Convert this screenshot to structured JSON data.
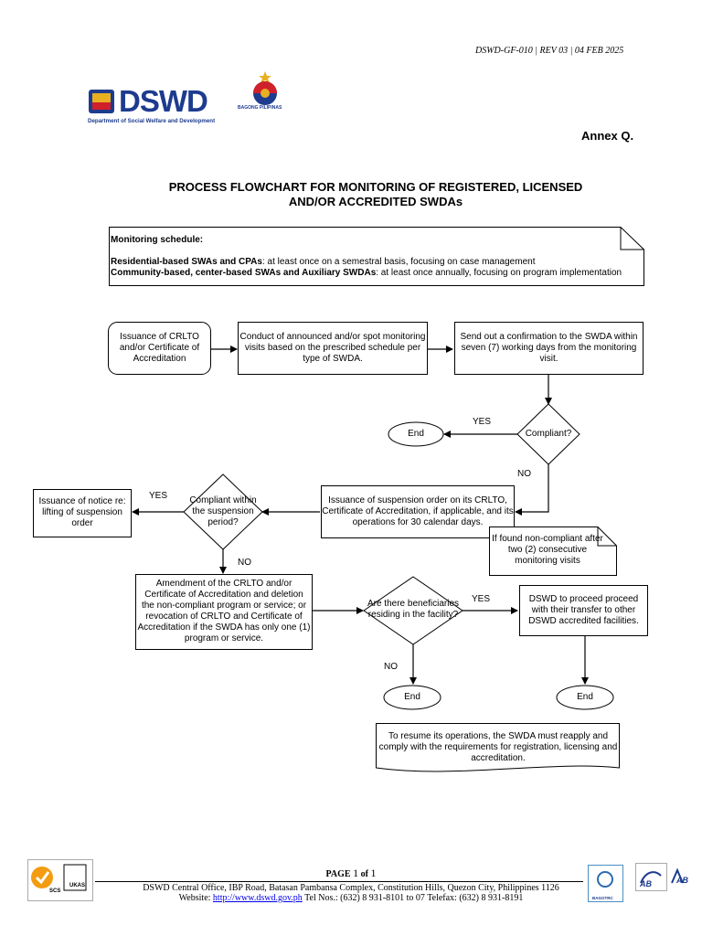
{
  "header": {
    "doc_ref": "DSWD-GF-010 | REV 03 | 04 FEB 2025",
    "logo_word": "DSWD",
    "logo_sub": "Department of Social Welfare and Development",
    "bp_caption": "BAGONG PILIPINAS",
    "annex": "Annex Q."
  },
  "title": {
    "line1": "PROCESS FLOWCHART FOR MONITORING OF REGISTERED, LICENSED",
    "line2": "AND/OR ACCREDITED SWDAs"
  },
  "note": {
    "heading": "Monitoring schedule:",
    "item1_bold": "Residential-based SWAs and CPAs",
    "item1_rest": ": at least once on a semestral basis, focusing on case management",
    "item2_bold": "Community-based, center-based SWAs and Auxiliary SWDAs",
    "item2_rest": ": at least once annually, focusing on program implementation"
  },
  "flow": {
    "start": "Issuance of CRLTO and/or Certificate of Accreditation",
    "conduct": "Conduct of announced and/or spot monitoring visits based on the prescribed schedule per type of SWDA.",
    "confirm": "Send out a confirmation to the SWDA within seven (7) working days from the monitoring visit.",
    "compliant": "Compliant?",
    "end1": "End",
    "yes1": "YES",
    "no1": "NO",
    "suspension": "Issuance of suspension order on its CRLTO, Certificate of Accreditation, if applicable, and its operations for 30 calendar days.",
    "noncompliant_note": "If found non-compliant after two (2) consecutive monitoring visits",
    "compliant_within": "Compliant within the suspension period?",
    "yes2": "YES",
    "no2": "NO",
    "lifting": "Issuance of notice re: lifting of suspension order",
    "amendment": "Amendment of the CRLTO and/or Certificate of Accreditation and deletion the non-compliant program or service; or revocation of CRLTO and Certificate of Accreditation if the SWDA has only one (1) program or service.",
    "beneficiaries": "Are there beneficiaries residing in the facility?",
    "yes3": "YES",
    "no3": "NO",
    "transfer": "DSWD to proceed proceed with their transfer to other DSWD accredited facilities.",
    "end2": "End",
    "end3": "End",
    "resume": "To resume its operations, the SWDA must reapply and comply with the requirements for registration, licensing and accreditation."
  },
  "footer": {
    "page_label": "PAGE ",
    "page_num": "1",
    "page_of": " of ",
    "page_total": "1",
    "address": "DSWD Central Office, IBP Road, Batasan Pambansa Complex, Constitution Hills, Quezon City, Philippines 1126",
    "website_label": "Website: ",
    "website": "http://www.dswd.gov.ph",
    "phones": " Tel Nos.: (632) 8 931-8101 to 07  Telefax: (632) 8 931-8191",
    "cert_left_1": "SCS",
    "cert_left_2": "UKAS",
    "cert_right_1": "BAGOTRC",
    "cert_right_2": "AB",
    "cert_right_3": "AB"
  }
}
